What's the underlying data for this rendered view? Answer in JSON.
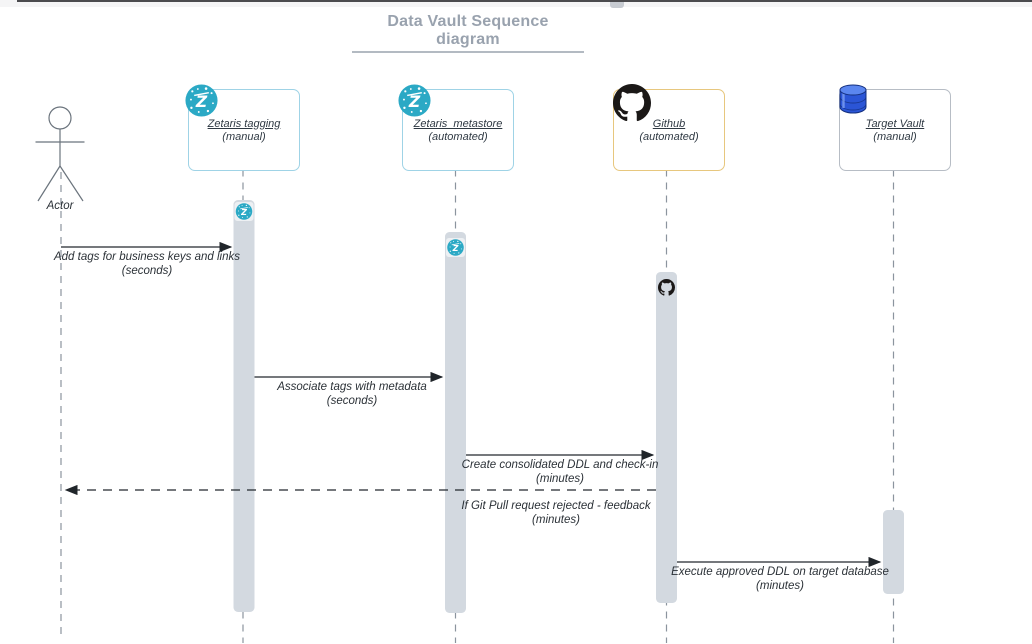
{
  "title": "Data Vault Sequence diagram",
  "actor": {
    "label": "Actor"
  },
  "participants": [
    {
      "name": "Zetaris tagging",
      "mode": "(manual)",
      "icon": "zetaris-logo-icon"
    },
    {
      "name": "Zetaris_metastore",
      "mode": "(automated)",
      "icon": "zetaris-logo-icon"
    },
    {
      "name": "Github",
      "mode": "(automated)",
      "icon": "github-logo-icon"
    },
    {
      "name": "Target Vault",
      "mode": "(manual)",
      "icon": "database-icon"
    }
  ],
  "messages": [
    {
      "label": "Add tags for business keys and links",
      "duration": "(seconds)",
      "style": "solid",
      "from": "Actor",
      "to": "Zetaris tagging"
    },
    {
      "label": "Associate tags with metadata",
      "duration": "(seconds)",
      "style": "solid",
      "from": "Zetaris tagging",
      "to": "Zetaris_metastore"
    },
    {
      "label": "Create consolidated DDL and check-in",
      "duration": "(minutes)",
      "style": "solid",
      "from": "Zetaris_metastore",
      "to": "Github"
    },
    {
      "label": "If Git Pull request rejected - feedback",
      "duration": "(minutes)",
      "style": "dashed",
      "from": "Github",
      "to": "Actor"
    },
    {
      "label": "Execute approved DDL on target database",
      "duration": "(minutes)",
      "style": "solid",
      "from": "Github",
      "to": "Target Vault"
    }
  ],
  "colors": {
    "zetaris_teal": "#2BA9C5",
    "github_black": "#1b1817",
    "database_blue": "#2b55d6",
    "activation_fill": "#d3d9e0",
    "lifeline_gray": "#8b949e",
    "zetaris_box_border": "#9fd3e6",
    "github_box_border": "#e7c77e",
    "vault_box_border": "#b7bdc5",
    "title_gray": "#99a2ae",
    "text_dark": "#2b3137"
  }
}
